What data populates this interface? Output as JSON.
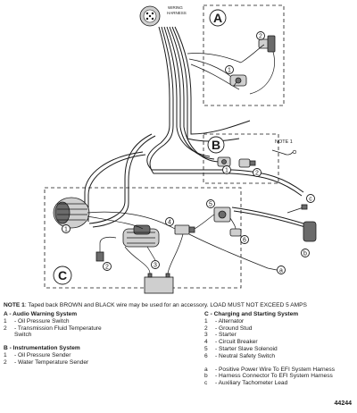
{
  "diagram": {
    "wiring_harness_label": "WIRING HARNESS",
    "sections": [
      "A",
      "B",
      "C"
    ],
    "callouts": [
      "1",
      "2",
      "1",
      "2",
      "1",
      "2",
      "3",
      "4",
      "5",
      "6"
    ],
    "letters": [
      "a",
      "b",
      "c"
    ],
    "note_marker": "NOTE 1"
  },
  "note": {
    "prefix": "NOTE 1",
    "text": ": Taped back BROWN and BLACK wire may be used for an accessory. LOAD MUST NOT EXCEED 5 AMPS"
  },
  "legend": {
    "A": {
      "title": "A  - Audio Warning System",
      "items": [
        {
          "key": "1",
          "text": "- Oil Pressure Switch"
        },
        {
          "key": "2",
          "text": "- Transmission Fluid Temperature Switch"
        }
      ]
    },
    "B": {
      "title": "B  - Instrumentation System",
      "items": [
        {
          "key": "1",
          "text": "- Oil Pressure Sender"
        },
        {
          "key": "2",
          "text": "- Water Temperature Sender"
        }
      ]
    },
    "C": {
      "title": "C  - Charging and Starting System",
      "items": [
        {
          "key": "1",
          "text": "- Alternator"
        },
        {
          "key": "2",
          "text": "- Ground Stud"
        },
        {
          "key": "3",
          "text": "- Starter"
        },
        {
          "key": "4",
          "text": "- Circuit Breaker"
        },
        {
          "key": "5",
          "text": "- Starter Slave Solenoid"
        },
        {
          "key": "6",
          "text": "- Neutral Safety Switch"
        }
      ]
    },
    "letters": [
      {
        "key": "a",
        "text": "- Positive Power Wire To EFI System Harness"
      },
      {
        "key": "b",
        "text": "- Harness Connector To EFI System Harness"
      },
      {
        "key": "c",
        "text": "- Auxiliary Tachometer Lead"
      }
    ]
  },
  "figure_number": "44244"
}
